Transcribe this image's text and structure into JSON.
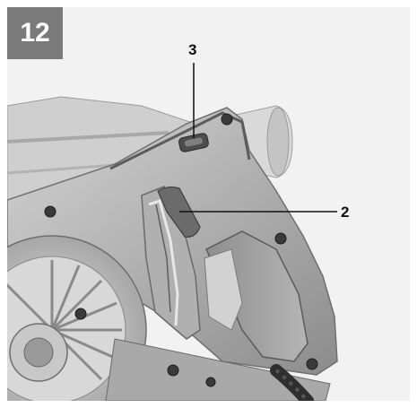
{
  "figure": {
    "number": "12"
  },
  "callouts": [
    {
      "label": "3"
    },
    {
      "label": "2"
    }
  ],
  "colors": {
    "badge_bg": "#7a7a7a",
    "badge_text": "#ffffff",
    "background": "#f2f2f2",
    "tool_body": "#bdbdbd",
    "tool_dark": "#6a6a6a",
    "handle": "#9a9a9a",
    "callout_line": "#111111"
  }
}
